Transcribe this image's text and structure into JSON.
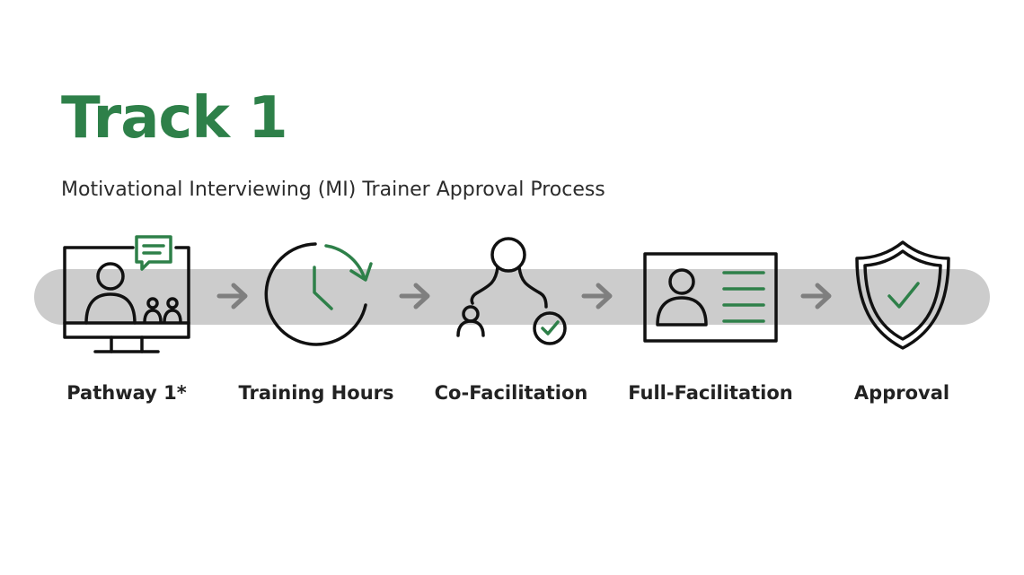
{
  "header": {
    "title": "Track 1",
    "subtitle": "Motivational Interviewing (MI) Trainer Approval Process"
  },
  "colors": {
    "accent": "#2e8049",
    "band": "#cccccc",
    "arrow": "#7f7f7f",
    "text": "#222222"
  },
  "steps": [
    {
      "label": "Pathway 1*",
      "icon": "video-conference-monitor-icon"
    },
    {
      "label": "Training Hours",
      "icon": "clock-icon"
    },
    {
      "label": "Co-Facilitation",
      "icon": "co-facilitation-people-check-icon"
    },
    {
      "label": "Full-Facilitation",
      "icon": "id-card-icon"
    },
    {
      "label": "Approval",
      "icon": "shield-check-icon"
    }
  ]
}
